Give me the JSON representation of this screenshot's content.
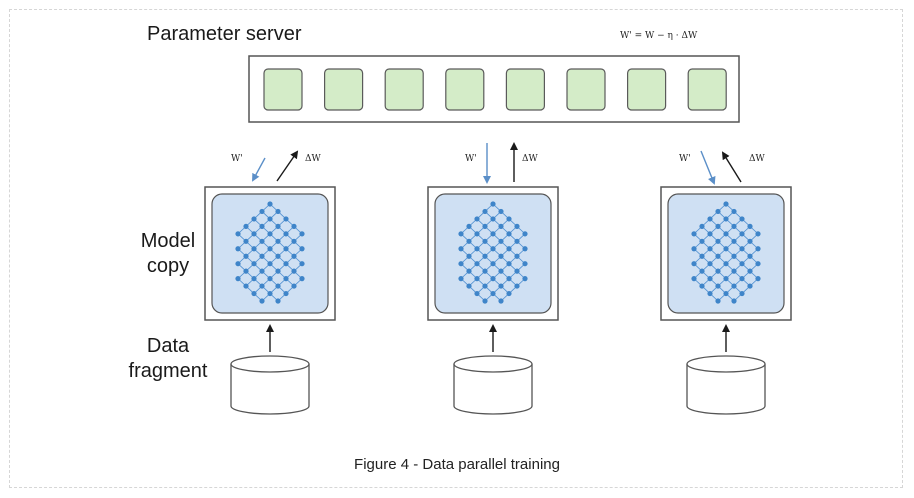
{
  "diagram": {
    "server_label": "Parameter server",
    "update_formula": "W' = W − η · ΔW",
    "model_label_line1": "Model",
    "model_label_line2": "copy",
    "data_label_line1": "Data",
    "data_label_line2": "fragment",
    "down_arrow_label": "W'",
    "up_arrow_label": "ΔW",
    "parameter_shard_count": 8,
    "worker_count": 3,
    "colors": {
      "shard_fill": "#d4ecc8",
      "model_panel_fill": "#cfe0f3",
      "node_color": "#3f85c9",
      "edge_color": "#4f8fd0",
      "down_arrow": "#5b8fc8",
      "up_arrow": "#1a1a1a"
    }
  },
  "caption": "Figure 4 - Data parallel training"
}
